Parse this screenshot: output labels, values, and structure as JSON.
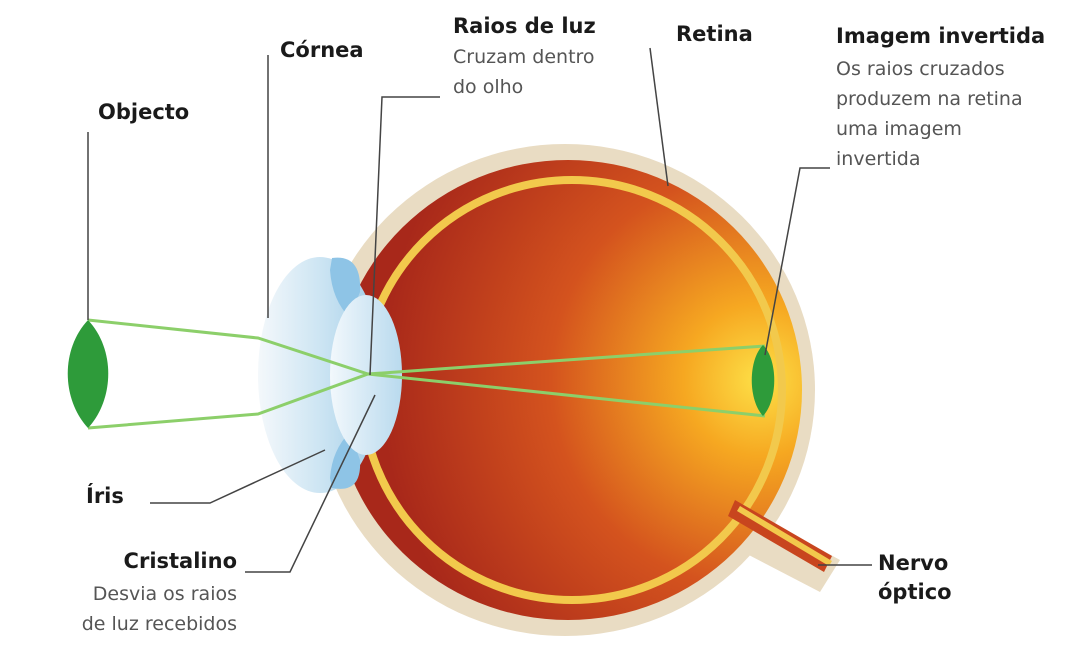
{
  "labels": {
    "objecto": "Objecto",
    "cornea": "Córnea",
    "raios_title": "Raios de luz",
    "raios_desc_1": "Cruzam dentro",
    "raios_desc_2": "do olho",
    "retina": "Retina",
    "imagem_title": "Imagem invertida",
    "imagem_desc_1": "Os raios cruzados",
    "imagem_desc_2": "produzem na retina",
    "imagem_desc_3": "uma imagem",
    "imagem_desc_4": "invertida",
    "iris": "Íris",
    "cristalino_title": "Cristalino",
    "cristalino_desc_1": "Desvia os raios",
    "cristalino_desc_2": "de luz recebidos",
    "nervo_1": "Nervo",
    "nervo_2": "óptico"
  },
  "colors": {
    "eye_red": "#b6321a",
    "eye_yellow": "#f6a821",
    "retina_yellow": "#f2c94c",
    "sclera": "#e9dcc3",
    "cornea_blue": "#a9d3ec",
    "leaf_green": "#2e9b3a",
    "ray_green": "#8ccf6a",
    "leader_line": "#444444"
  }
}
